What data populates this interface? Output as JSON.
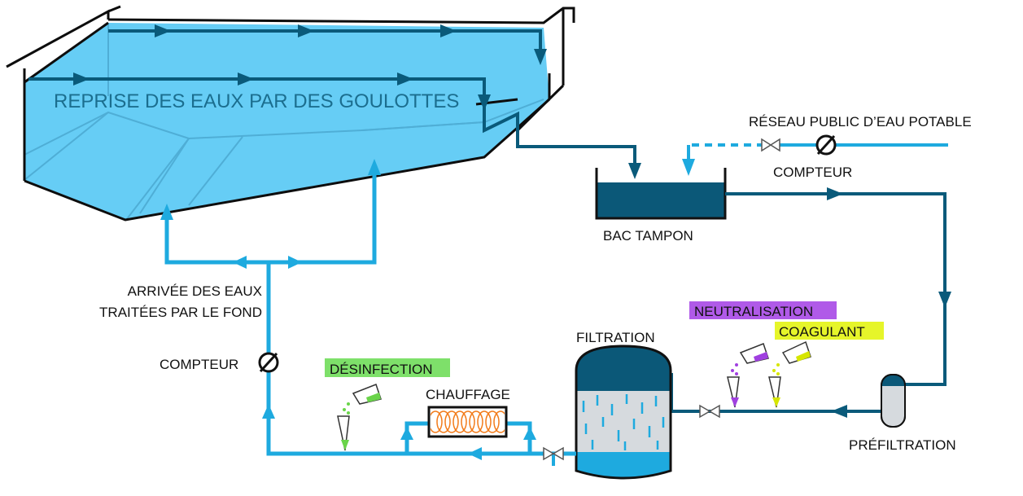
{
  "colors": {
    "light_pipe": "#1eaadf",
    "dark_pipe": "#0a5a7a",
    "pool_fill": "#66cdf5",
    "pool_line": "#4faed6",
    "tank_dark": "#0b5878",
    "neutral_bg": "#b05ae8",
    "coag_bg": "#e6f52a",
    "desinf_bg": "#7ee06a",
    "heater": "#f27b1a",
    "filter_body": "#d6dade",
    "drop_green": "#6ad44a",
    "drop_purple": "#a040e0",
    "drop_yellow": "#d6e600"
  },
  "labels": {
    "reprise": "REPRISE DES EAUX PAR DES GOULOTTES",
    "reseau": "RÉSEAU PUBLIC D’EAU POTABLE",
    "compteur_top": "COMPTEUR",
    "bac_tampon": "BAC TAMPON",
    "arrivee_line1": "ARRIVÉE DES EAUX",
    "arrivee_line2": "TRAITÉES PAR LE FOND",
    "compteur_left": "COMPTEUR",
    "desinfection": "DÉSINFECTION",
    "chauffage": "CHAUFFAGE",
    "filtration": "FILTRATION",
    "neutralisation": "NEUTRALISATION",
    "coagulant": "COAGULANT",
    "prefiltration": "PRÉFILTRATION"
  },
  "icons": {
    "meter": "meter-icon",
    "valve": "valve-icon",
    "beaker": "beaker-icon",
    "arrow": "arrow-icon"
  }
}
